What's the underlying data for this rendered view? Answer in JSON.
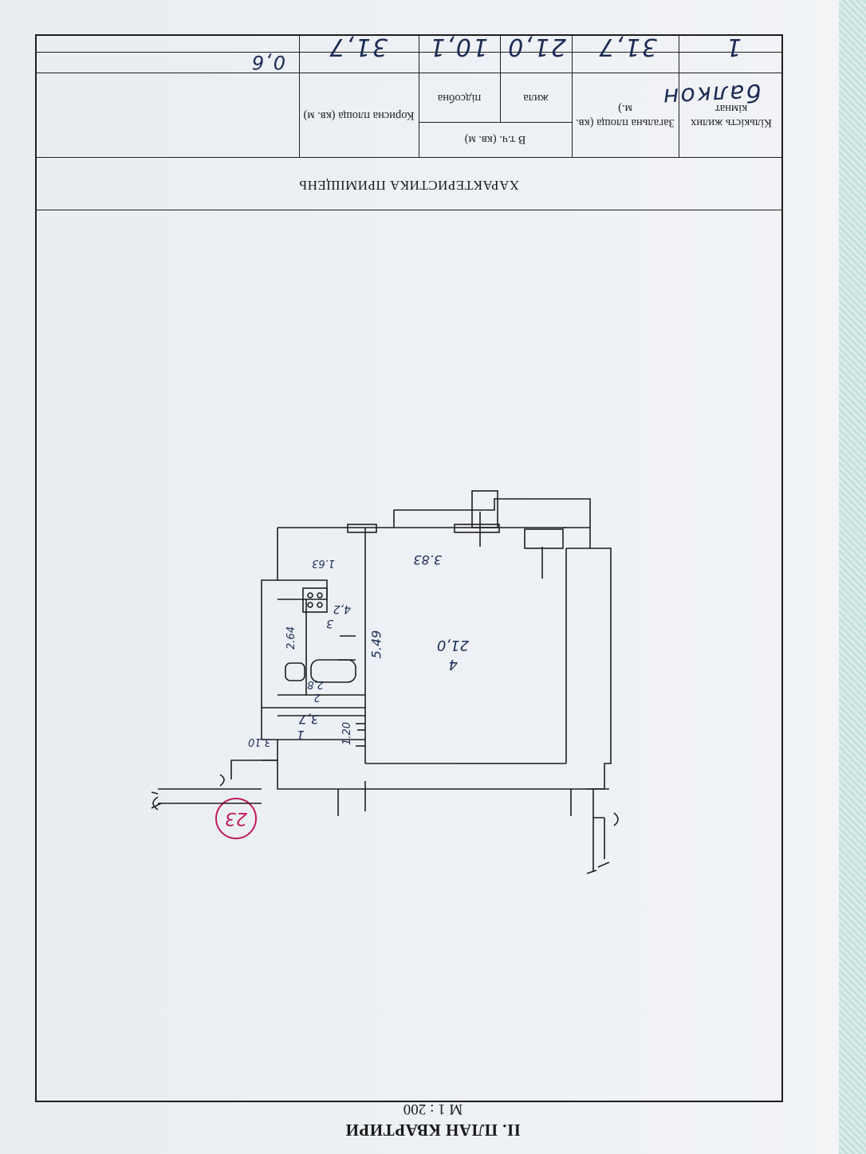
{
  "document": {
    "heading": "II. ПЛАН КВАРТИРИ",
    "scale": "М 1 : 200"
  },
  "plan": {
    "unit_number": "23",
    "rooms": [
      {
        "number": "1",
        "area": "3,7",
        "dims": [
          "3.10",
          "1.20"
        ]
      },
      {
        "number": "2",
        "area": "2,8",
        "dims": []
      },
      {
        "number": "3",
        "area": "4,2",
        "dims": [
          "2.64",
          "1.63"
        ]
      },
      {
        "number": "4",
        "area": "21,0",
        "dims": [
          "5.49",
          "3.83"
        ]
      }
    ]
  },
  "table": {
    "heading": "ХАРАКТЕРИСТИКА ПРИМІЩЕНЬ",
    "headers": {
      "rooms": "Кількість жилих кімнат",
      "total": "Загальна площа (кв. м.)",
      "including": "В т.ч. (кв. м)",
      "living": "жила",
      "auxiliary": "підсобна",
      "useful": "Корисна площа (кв. м)"
    },
    "values": {
      "rooms": "1",
      "total": "31,7",
      "living": "21,0",
      "auxiliary": "10,1",
      "useful": "31,7",
      "balcony_label": "балкон",
      "balcony_area": "0,6"
    }
  }
}
